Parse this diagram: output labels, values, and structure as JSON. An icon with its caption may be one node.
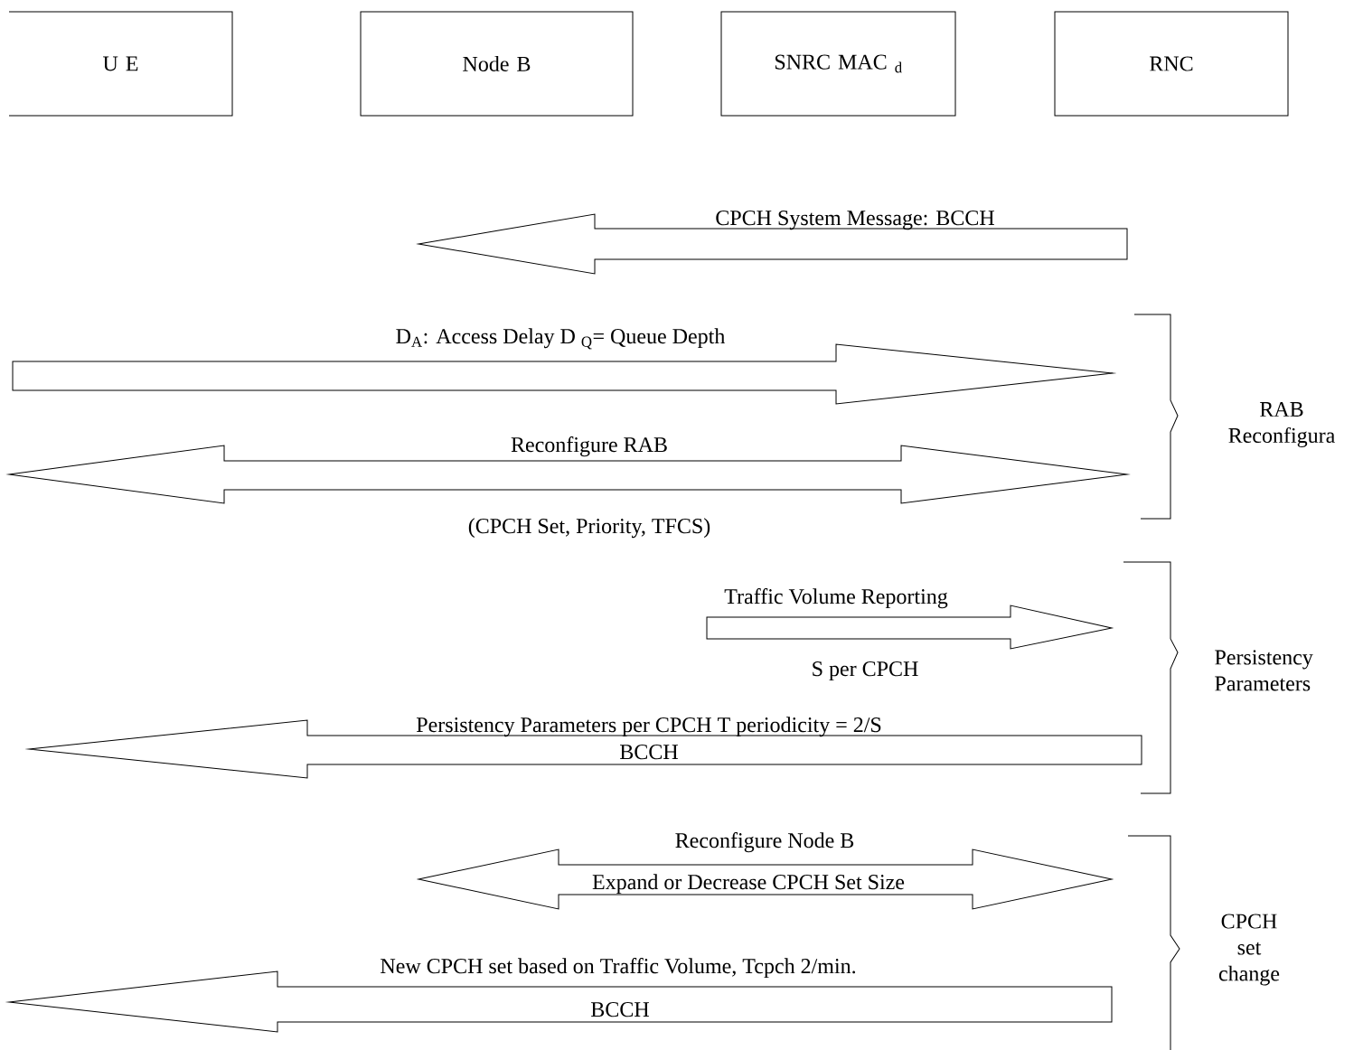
{
  "diagram": {
    "nodes": [
      {
        "text": [
          "U E"
        ]
      },
      {
        "text": [
          "Node B"
        ]
      },
      {
        "text": [
          "SNRC MAC $_{d}$"
        ]
      },
      {
        "text": [
          "RNC"
        ]
      },
      {
        "text": [
          "CPCH  System Message: BCCH"
        ]
      },
      {
        "text": [
          "D$_{A}$: Access Delay  D  $_{Q}$= Queue Depth"
        ]
      },
      {
        "text": [
          "Reconfigure RAB",
          "(CPCH Set, Priority, TFCS)"
        ]
      },
      {
        "text": [
          "Traffic Volume Reporting",
          "S per CPCH"
        ]
      },
      {
        "text": [
          "Persistency Parameters per CPCH   T periodicity = 2/S",
          "BCCH"
        ]
      },
      {
        "text": [
          "Reconfigure Node B",
          "Expand or Decrease CPCH Set Size"
        ]
      },
      {
        "text": [
          "New CPCH set based on Traffic Volume,        Tcpch  2/min.",
          "BCCH"
        ]
      }
    ],
    "labels": [
      "RAB Reconfigura",
      "Persistency Parameters",
      "CPCH set change"
    ]
  }
}
